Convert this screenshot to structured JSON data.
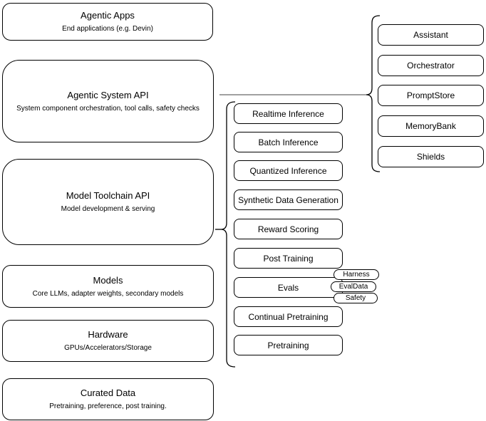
{
  "diagram": {
    "left_stack": [
      {
        "title": "Agentic Apps",
        "subtitle": "End applications (e.g. Devin)"
      },
      {
        "title": "Agentic System API",
        "subtitle": "System component orchestration, tool calls, safety checks"
      },
      {
        "title": "Model Toolchain API",
        "subtitle": "Model development & serving"
      },
      {
        "title": "Models",
        "subtitle": "Core LLMs, adapter weights, secondary models"
      },
      {
        "title": "Hardware",
        "subtitle": "GPUs/Accelerators/Storage"
      },
      {
        "title": "Curated Data",
        "subtitle": "Pretraining, preference, post training."
      }
    ],
    "toolchain_items": [
      "Realtime Inference",
      "Batch Inference",
      "Quantized Inference",
      "Synthetic Data Generation",
      "Reward Scoring",
      "Post Training",
      "Evals",
      "Continual Pretraining",
      "Pretraining"
    ],
    "eval_tags": [
      "Harness",
      "EvalData",
      "Safety"
    ],
    "system_components": [
      "Assistant",
      "Orchestrator",
      "PromptStore",
      "MemoryBank",
      "Shields"
    ],
    "colors": {
      "background": "#ffffff",
      "node_border": "#000000",
      "text": "#000000",
      "connector_gray": "#808080",
      "brace": "#000000"
    }
  }
}
